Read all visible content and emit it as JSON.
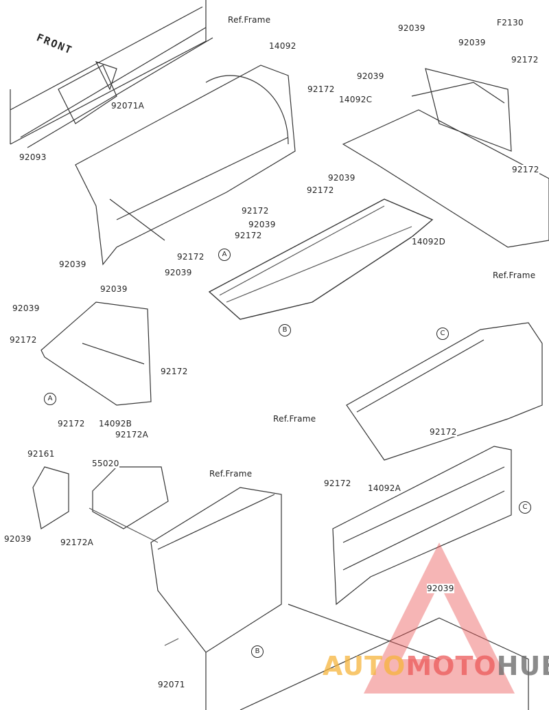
{
  "figure_code": "F2130",
  "front_label": "FRONT",
  "labels": [
    "Ref.Frame",
    "14092",
    "92039",
    "92039",
    "92172",
    "92039",
    "14092C",
    "92172",
    "92071A",
    "92093",
    "92172",
    "92039",
    "92172",
    "92172",
    "92039",
    "92172",
    "14092D",
    "92172",
    "92039",
    "Ref.Frame",
    "92039",
    "92039",
    "92039",
    "92172",
    "92172",
    "92172",
    "14092B",
    "Ref.Frame",
    "92172A",
    "92172",
    "92161",
    "55020",
    "Ref.Frame",
    "92172",
    "14092A",
    "92039",
    "92172A",
    "92039",
    "92071"
  ],
  "callouts": [
    "A",
    "B",
    "C",
    "A",
    "C",
    "B"
  ],
  "watermark": {
    "part1": "AUTO",
    "part2": "MOTO",
    "part3": "HUB"
  },
  "colors": {
    "line": "#222222",
    "watermark_red": "#eb5a5a",
    "watermark_orange": "#f5b43c",
    "watermark_gray": "#6e6e6e"
  }
}
